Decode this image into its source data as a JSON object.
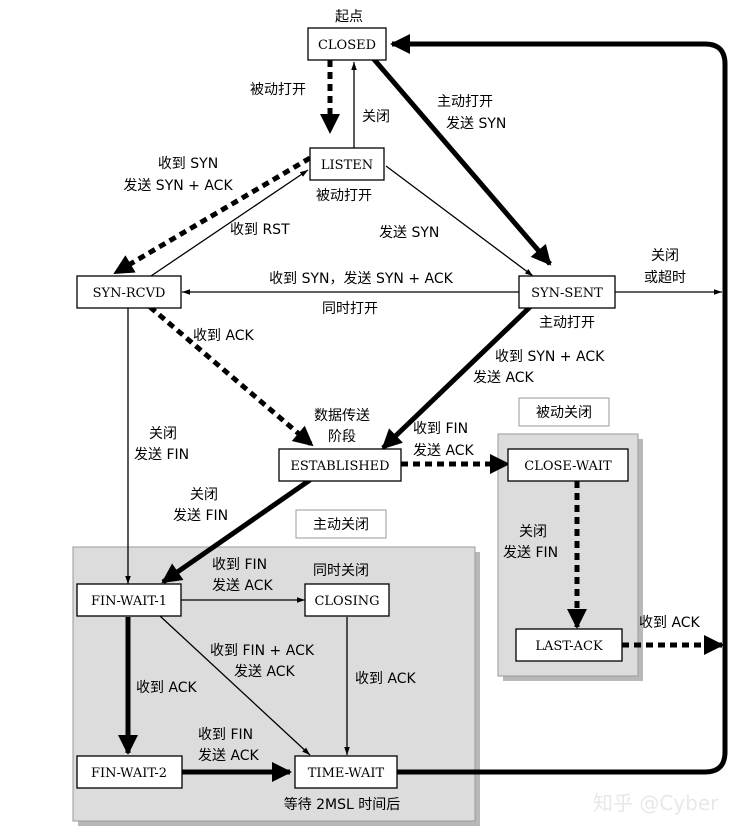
{
  "states": {
    "closed": "CLOSED",
    "listen": "LISTEN",
    "syn_rcvd": "SYN-RCVD",
    "syn_sent": "SYN-SENT",
    "established": "ESTABLISHED",
    "close_wait": "CLOSE-WAIT",
    "last_ack": "LAST-ACK",
    "fin_wait_1": "FIN-WAIT-1",
    "closing": "CLOSING",
    "fin_wait_2": "FIN-WAIT-2",
    "time_wait": "TIME-WAIT"
  },
  "regions": {
    "passive_close": "被动关闭",
    "active_close": "主动关闭"
  },
  "labels": {
    "start": "起点",
    "passive_open_1": "被动打开",
    "close_1": "关闭",
    "active_open_line1": "主动打开",
    "active_open_line2": "发送 SYN",
    "recv_syn_line1": "收到 SYN",
    "recv_syn_line2": "发送 SYN + ACK",
    "passive_open_2": "被动打开",
    "recv_rst": "收到 RST",
    "send_syn": "发送 SYN",
    "close_or_timeout_line1": "关闭",
    "close_or_timeout_line2": "或超时",
    "simul_syn": "收到 SYN，发送 SYN + ACK",
    "simul_open": "同时打开",
    "active_open_2": "主动打开",
    "recv_ack_1": "收到 ACK",
    "recv_synack_line1": "收到 SYN + ACK",
    "recv_synack_line2": "发送 ACK",
    "data_line1": "数据传送",
    "data_line2": "阶段",
    "recv_fin_line1": "收到 FIN",
    "recv_fin_line2": "发送 ACK",
    "close_fin_a_line1": "关闭",
    "close_fin_a_line2": "发送 FIN",
    "close_fin_b_line1": "关闭",
    "close_fin_b_line2": "发送 FIN",
    "close_fin_c_line1": "关闭",
    "close_fin_c_line2": "发送 FIN",
    "recv_fin_2_line1": "收到 FIN",
    "recv_fin_2_line2": "发送 ACK",
    "simul_close": "同时关闭",
    "recv_finack_line1": "收到 FIN + ACK",
    "recv_finack_line2": "发送 ACK",
    "recv_ack_2": "收到 ACK",
    "recv_ack_3": "收到 ACK",
    "recv_ack_4": "收到 ACK",
    "recv_fin_3_line1": "收到 FIN",
    "recv_fin_3_line2": "发送 ACK",
    "wait_2msl": "等待 2MSL 时间后"
  },
  "watermark": "知乎 @Cyber"
}
